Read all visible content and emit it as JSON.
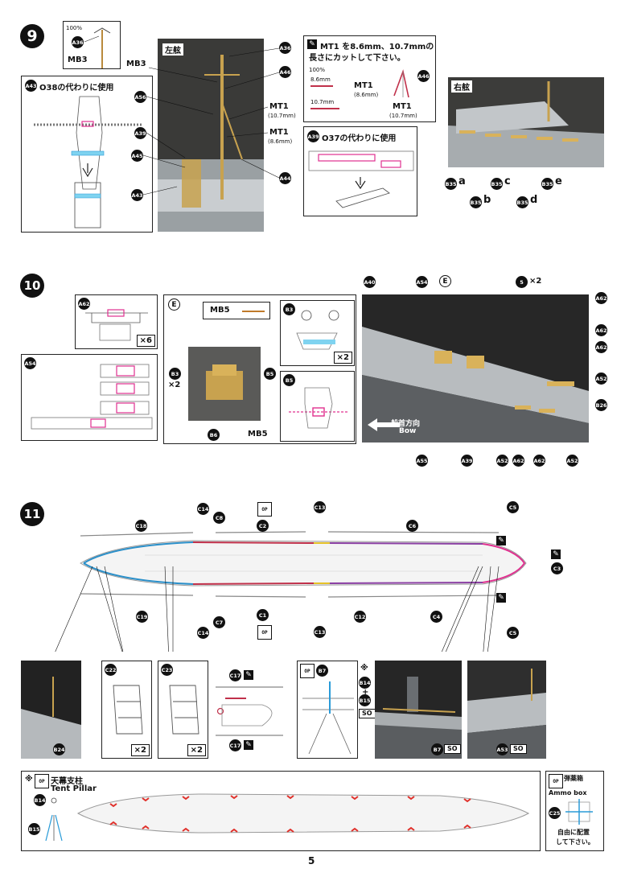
{
  "page_number": "5",
  "steps": {
    "s9": {
      "num": "9"
    },
    "s10": {
      "num": "10"
    },
    "s11": {
      "num": "11"
    }
  },
  "step9": {
    "ref_box": {
      "pct": "100%",
      "part": "A36",
      "mast": "MB3"
    },
    "o38_box": {
      "part": "A43",
      "text": "O38の代わりに使用"
    },
    "port_photo": {
      "title": "左舷",
      "mb3": "MB3",
      "a56": "A56",
      "a39": "A39",
      "a45": "A45",
      "a43": "A43",
      "a36": "A36",
      "a46": "A46",
      "a44": "A44",
      "mt1a": "MT1",
      "mt1a_len": "(10.7mm)",
      "mt1b": "MT1",
      "mt1b_len": "(8.6mm)"
    },
    "mt1_box": {
      "line1": "MT1 を8.6mm、10.7mmの",
      "line2": "長さにカットして下さい。",
      "pct": "100%",
      "len1": "8.6mm",
      "len2": "10.7mm",
      "a46": "A46",
      "lbl1": "MT1",
      "lbl1_len": "(8.6mm)",
      "lbl2": "MT1",
      "lbl2_len": "(10.7mm)"
    },
    "o37_box": {
      "part": "A39",
      "text": "O37の代わりに使用"
    },
    "stbd_photo": {
      "title": "右舷",
      "callouts": [
        {
          "part": "B35",
          "letter": "a"
        },
        {
          "part": "B35",
          "letter": "b"
        },
        {
          "part": "B35",
          "letter": "c"
        },
        {
          "part": "B35",
          "letter": "d"
        },
        {
          "part": "B35",
          "letter": "e"
        }
      ]
    }
  },
  "step10": {
    "a62_box": {
      "part": "A62",
      "qty": "×6"
    },
    "a54_box": {
      "part": "A54"
    },
    "e_box": {
      "label": "E",
      "mb5_title": "MB5",
      "b3": "B3",
      "b3_qty": "×2",
      "b5": "B5",
      "b6": "B6",
      "mb5": "MB5",
      "b3_box": "B3",
      "b3_box_qty": "×2",
      "b5_box": "B5"
    },
    "main_photo": {
      "a40": "A40",
      "a54": "A54",
      "e": "E",
      "five": "5",
      "five_qty": "×2",
      "a62_list": [
        "A62",
        "A62",
        "A62"
      ],
      "a52": "A52",
      "b26": "B26",
      "bow_jp": "船首方向",
      "bow_en": "Bow",
      "a55": "A55",
      "a39": "A39",
      "bottom_list": [
        "A52",
        "A62",
        "A62",
        "A52"
      ]
    }
  },
  "step11": {
    "top_labels": [
      "C14",
      "C8",
      "C2",
      "C13",
      "C6",
      "C5",
      "C18"
    ],
    "bottom_labels": [
      "C19",
      "C7",
      "C14",
      "C1",
      "C13",
      "C12",
      "C4",
      "C5"
    ],
    "stern_label": "C3",
    "op_label": "OP",
    "b24": "B24",
    "c22": {
      "part": "C22",
      "qty": "×2"
    },
    "c23": {
      "part": "C23",
      "qty": "×2"
    },
    "c17_top": "C17",
    "c17_bottom": "C17",
    "b7_box": {
      "part": "B7",
      "note": "※",
      "b14": "B14",
      "b15": "B15",
      "so": "SO",
      "b7": "B7",
      "so2": "SO"
    },
    "a53": {
      "part": "A53",
      "so": "SO"
    }
  },
  "tent": {
    "note": "※",
    "op": "OP",
    "title_jp": "天幕支柱",
    "title_en": "Tent Pillar",
    "b14": "B14",
    "b15": "B15"
  },
  "ammo": {
    "op": "OP",
    "title_jp": "弾薬箱",
    "title_en": "Ammo box",
    "part": "C25",
    "line1": "自由に配置",
    "line2": "して下さい。"
  }
}
